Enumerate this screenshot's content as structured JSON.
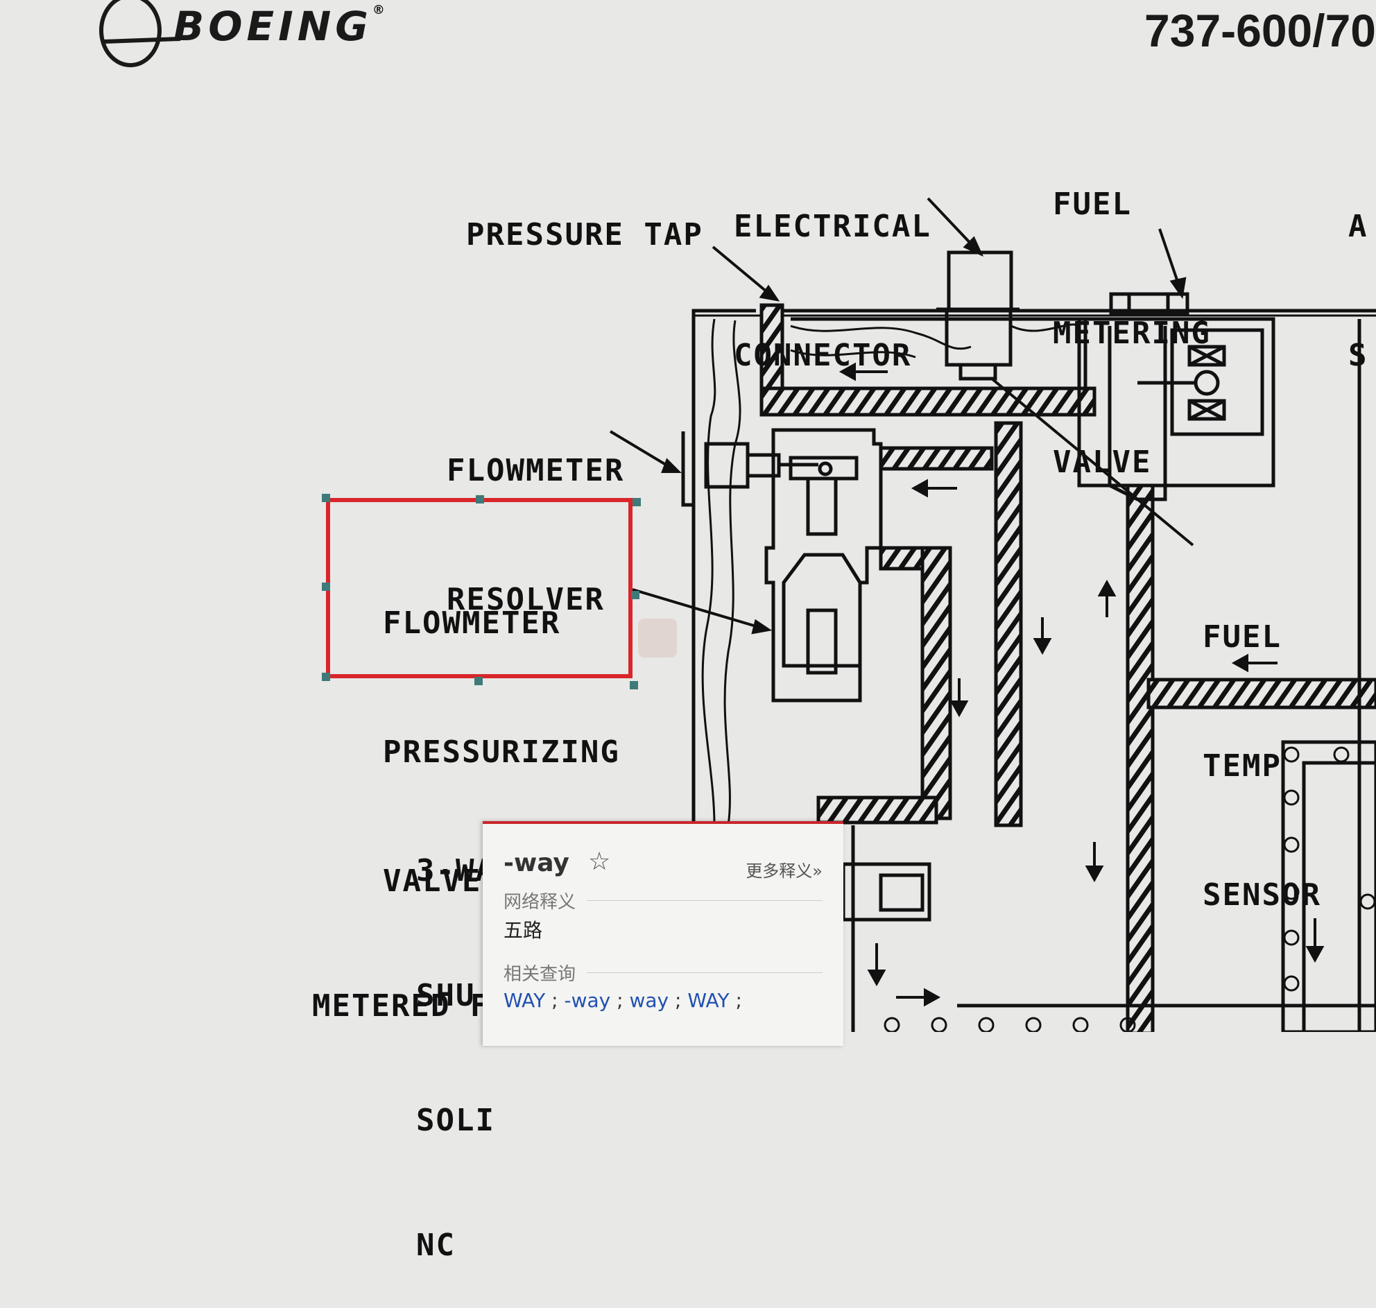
{
  "header": {
    "brand": "BOEING",
    "registered": "®",
    "model": "737-600/70"
  },
  "labels": {
    "electrical_connector": [
      "ELECTRICAL",
      "CONNECTOR"
    ],
    "fuel_metering_valve": [
      "FUEL",
      "METERING",
      "VALVE"
    ],
    "pressure_tap": "PRESSURE TAP",
    "flowmeter_resolver": [
      "FLOWMETER",
      "RESOLVER"
    ],
    "flowmeter_pressurizing_valve": [
      "FLOWMETER",
      "PRESSURIZING",
      "VALVE"
    ],
    "fuel_temp_sensor": [
      "FUEL",
      "TEMP",
      "SENSOR"
    ],
    "three_way_shutoff": [
      "3-WAY",
      "SHU",
      "SOLI",
      "NC"
    ],
    "metered_fuel": "METERED F",
    "cut_right": [
      "A",
      "S"
    ]
  },
  "dictionary_popup": {
    "word": "-way",
    "star": "☆",
    "more_link": "更多释义»",
    "web_definition_heading": "网络释义",
    "definition": "五路",
    "related_heading": "相关查询",
    "related": [
      "WAY",
      "-way",
      "way",
      "WAY"
    ]
  },
  "colors": {
    "selection_border": "#d8262b",
    "handle": "#3f7a7a",
    "link": "#2050b0"
  }
}
